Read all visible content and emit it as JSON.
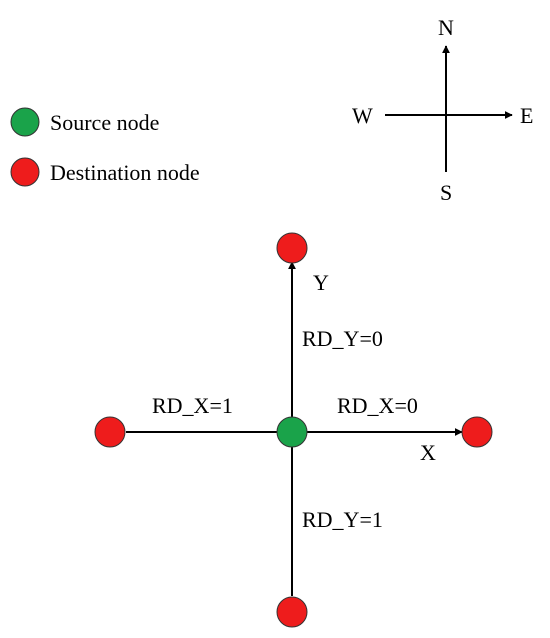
{
  "colors": {
    "source": "#1aa34a",
    "destination": "#ee1c1c",
    "line": "#000000"
  },
  "legend": {
    "source_label": "Source node",
    "destination_label": "Destination node"
  },
  "compass": {
    "north": "N",
    "south": "S",
    "west": "W",
    "east": "E"
  },
  "axes": {
    "x_label": "X",
    "y_label": "Y"
  },
  "directions": {
    "north": "RD_Y=0",
    "south": "RD_Y=1",
    "west": "RD_X=1",
    "east": "RD_X=0"
  }
}
